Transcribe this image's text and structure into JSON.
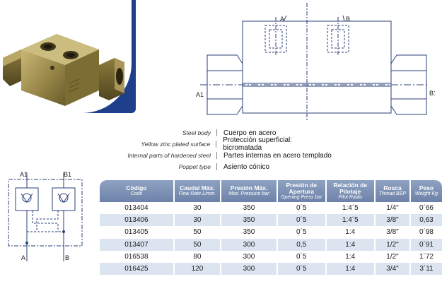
{
  "diagram": {
    "port_a": "A",
    "port_b": "B",
    "port_a1": "A1",
    "port_b1": "B1"
  },
  "schematic": {
    "port_a1": "A1",
    "port_b1": "B1",
    "port_a": "A",
    "port_b": "B"
  },
  "specs": [
    {
      "en": "Steel body",
      "es": "Cuerpo en acero"
    },
    {
      "en": "Yellow zinc plated surface",
      "es": "Protección superficial: bicromatada"
    },
    {
      "en": "Internal parts of hardened steel",
      "es": "Partes internas en acero templado"
    },
    {
      "en": "Poppet type",
      "es": "Asiento cónico"
    }
  ],
  "table": {
    "headers": [
      {
        "main": "Código",
        "sub": "Code"
      },
      {
        "main": "Caudal Máx.",
        "sub": "Flow Rate L/min."
      },
      {
        "main": "Presión Máx.",
        "sub": "Max. Pressure bar"
      },
      {
        "main": "Presión de Apertura",
        "sub": "Opening Press bar"
      },
      {
        "main": "Relación de Pilotaje",
        "sub": "Pilot Radio"
      },
      {
        "main": "Rosca",
        "sub": "Thread BSP"
      },
      {
        "main": "Peso",
        "sub": "Weight Kg"
      }
    ],
    "rows": [
      [
        "013404",
        "30",
        "350",
        "0´5",
        "1:4´5",
        "1/4\"",
        "0´66"
      ],
      [
        "013406",
        "30",
        "350",
        "0´5",
        "1:4´5",
        "3/8\"",
        "0,63"
      ],
      [
        "013405",
        "50",
        "350",
        "0´5",
        "1:4",
        "3/8\"",
        "0´98"
      ],
      [
        "013407",
        "50",
        "300",
        "0,5",
        "1:4",
        "1/2\"",
        "0´91"
      ],
      [
        "016538",
        "80",
        "300",
        "0´5",
        "1:4",
        "1/2\"",
        "1´72"
      ],
      [
        "016425",
        "120",
        "300",
        "0´5",
        "1:4",
        "3/4\"",
        "3´11"
      ]
    ]
  }
}
